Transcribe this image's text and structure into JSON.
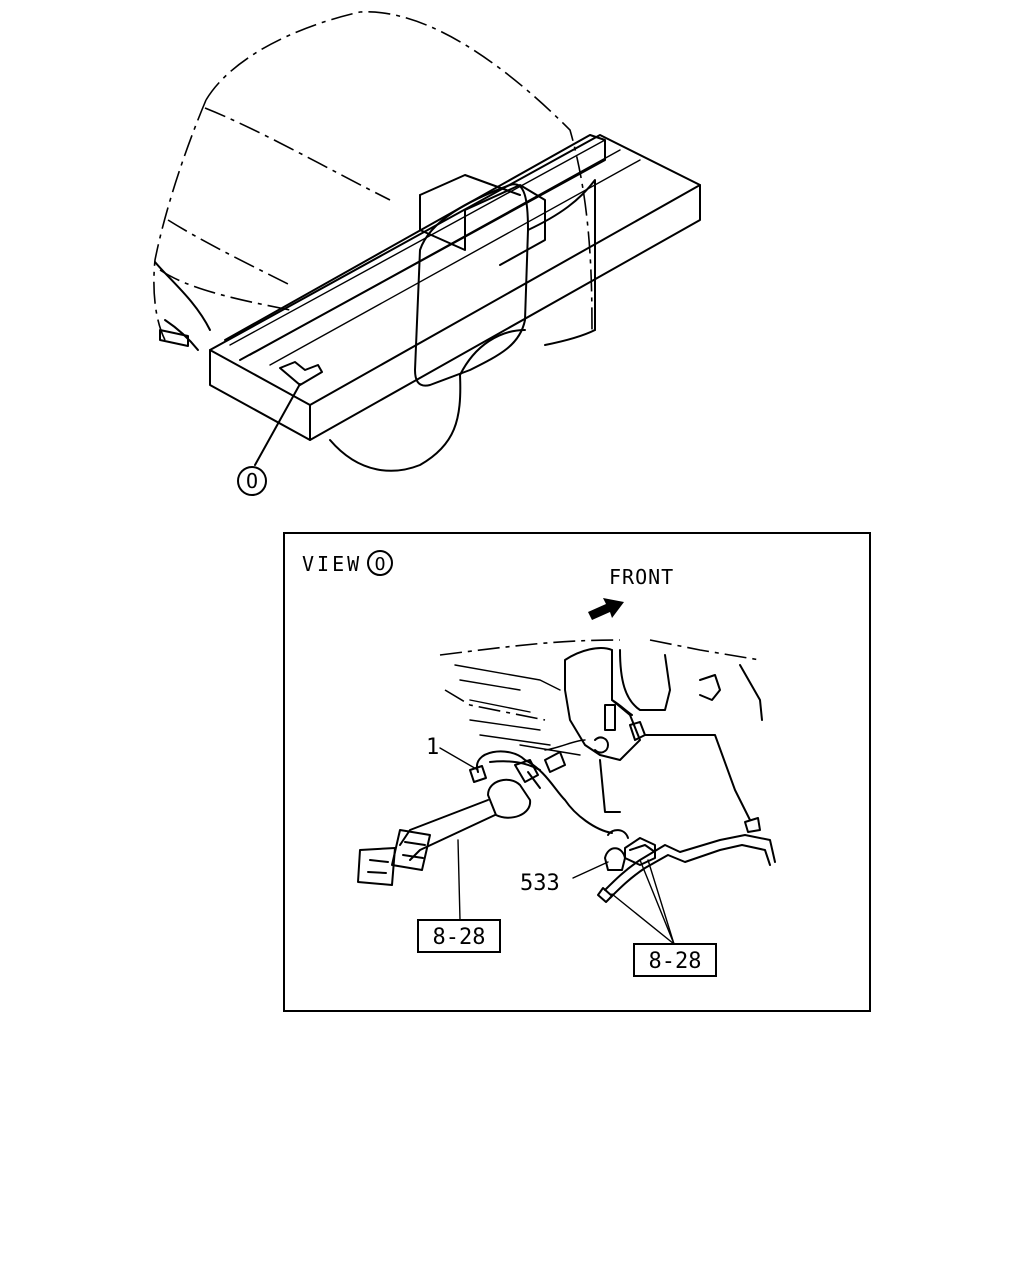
{
  "overview": {
    "view_marker": "O"
  },
  "view_panel": {
    "title": "VIEW",
    "title_marker": "O",
    "direction_label": "FRONT"
  },
  "callouts": {
    "part_1": "1",
    "part_533": "533",
    "ref_left": "8-28",
    "ref_right": "8-28"
  }
}
